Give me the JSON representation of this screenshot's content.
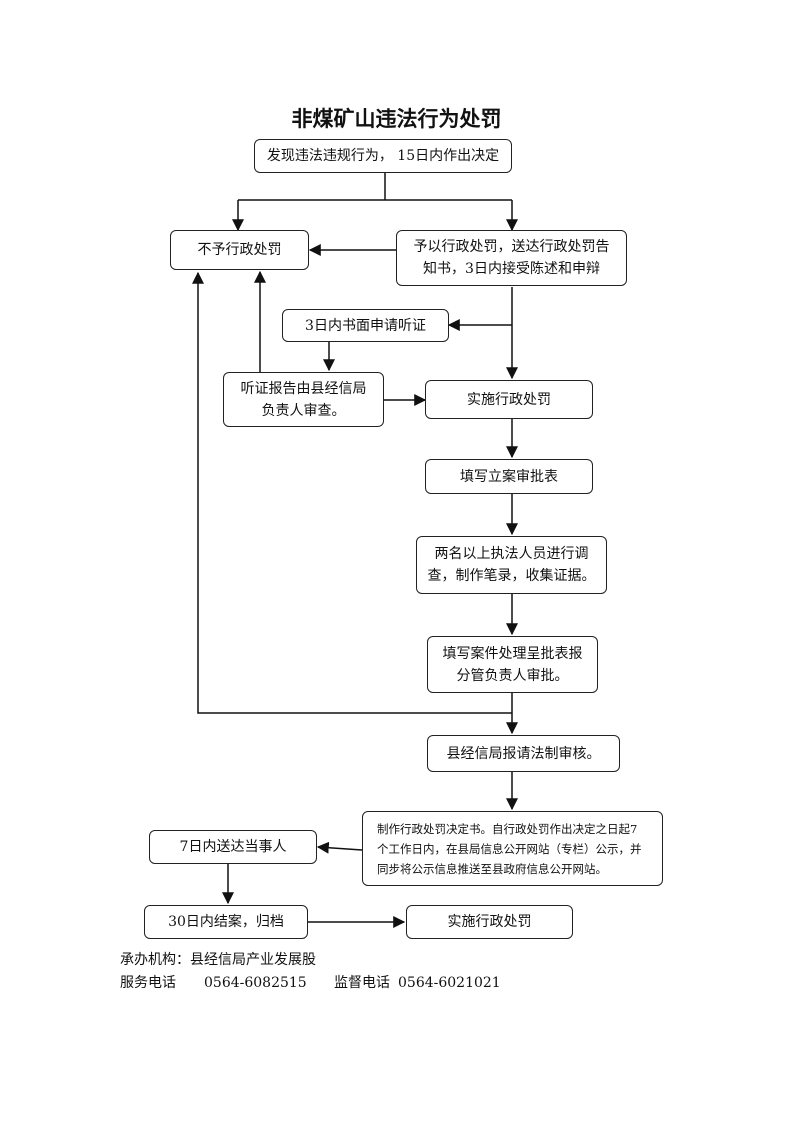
{
  "title": "非煤矿山违法行为处罚",
  "nodes": {
    "discover": "发现违法违规行为， 15日内作出决定",
    "no_penalty": "不予行政处罚",
    "give_penalty": "予以行政处罚，送达行政处罚告知书，3日内接受陈述和申辩",
    "hearing_request": "3日内书面申请听证",
    "hearing_report": "听证报告由县经信局负责人审查。",
    "implement_1": "实施行政处罚",
    "fill_case_form": "填写立案审批表",
    "investigate": "两名以上执法人员进行调查，制作笔录，收集证据。",
    "fill_handling_form": "填写案件处理呈批表报分管负责人审批。",
    "legal_review": "县经信局报请法制审核。",
    "decision": "制作行政处罚决定书。自行政处罚作出决定之日起7个工作日内，在县局信息公开网站（专栏）公示，并同步将公示信息推送至县政府信息公开网站。",
    "deliver": "7日内送达当事人",
    "close_case": "30日内结案，归档",
    "implement_2": "实施行政处罚"
  },
  "footer": {
    "org_label": "承办机构：县经信局产业发展股",
    "service_label": "服务电话",
    "service_phone": "0564-6082515",
    "supervise_label": "监督电话",
    "supervise_phone": "0564-6021021"
  }
}
